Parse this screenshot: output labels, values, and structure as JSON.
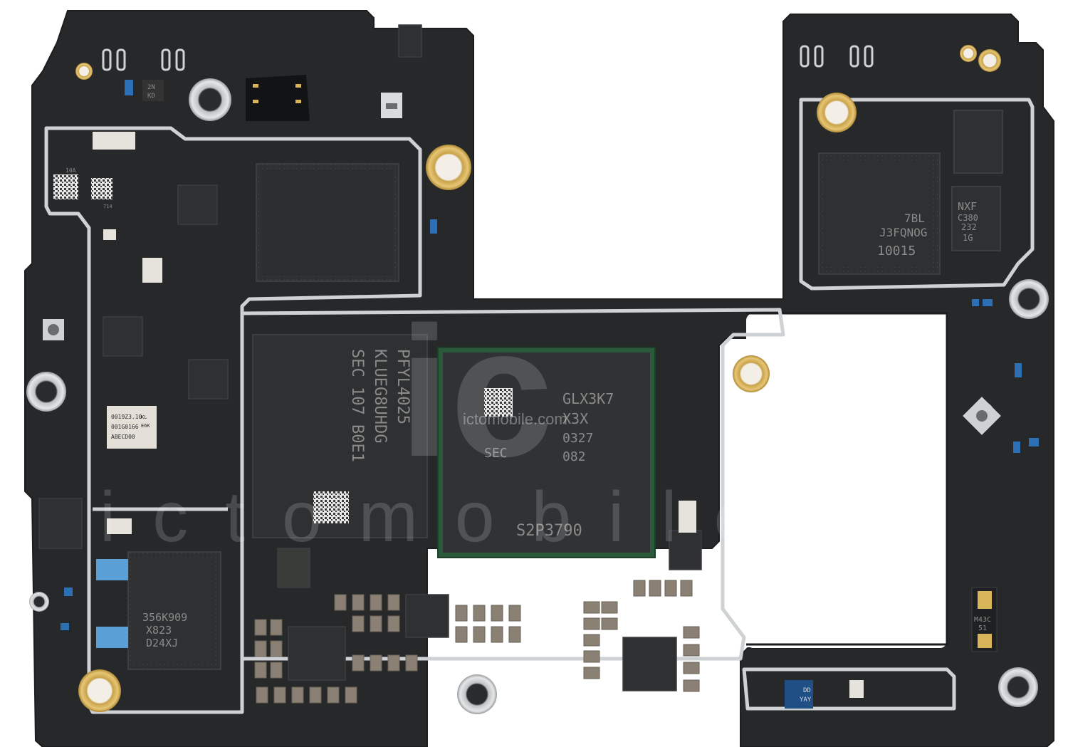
{
  "colors": {
    "pcb": "#26282a",
    "pcb_edge": "#1c1d1f",
    "shield": "#cfd2d4",
    "chip": "#2e3032",
    "chip_edge": "#3c3e41",
    "gold": "#d8b45a",
    "gold_inner": "#f2ede2",
    "component_gray": "#8a8073",
    "component_blue": "#2c6fb5",
    "component_light": "#e6e2dc",
    "background": "#ffffff"
  },
  "chips": {
    "storage": {
      "lines": [
        "SEC 107 B0E1",
        "KLUEG8UHDG",
        "PFYL4025"
      ]
    },
    "processor": {
      "lines": [
        "GLX3K7",
        "X3X",
        "0327",
        "082"
      ],
      "vendor": "SEC",
      "bottom": "S2P3790"
    },
    "rf_module": {
      "lines": [
        "7BL",
        "J3FQNOG",
        "10015"
      ]
    },
    "nxp_chip": {
      "lines": [
        "NXF",
        "C380",
        "232",
        "1G"
      ]
    },
    "pmic": {
      "lines": [
        "356K909",
        "X823",
        "D24XJ"
      ]
    },
    "codec": {
      "lines": [
        "M43C",
        "51"
      ]
    },
    "small_2nk": {
      "lines": [
        "2N",
        "KD"
      ]
    },
    "label_sticker": {
      "lines": [
        "0019Z3.10",
        "001G0166",
        "ABECD00"
      ]
    },
    "label_sticker2": {
      "lines": [
        "KL",
        "E6K"
      ]
    },
    "tiny_10a": {
      "lines": [
        "10A"
      ]
    },
    "tiny_714": {
      "lines": [
        "714"
      ]
    },
    "tiny_dd": {
      "lines": [
        "DD",
        "YAY"
      ]
    }
  },
  "watermark": {
    "logo": "ic",
    "url": "ictomobile.com",
    "brand": "ictomobile"
  }
}
